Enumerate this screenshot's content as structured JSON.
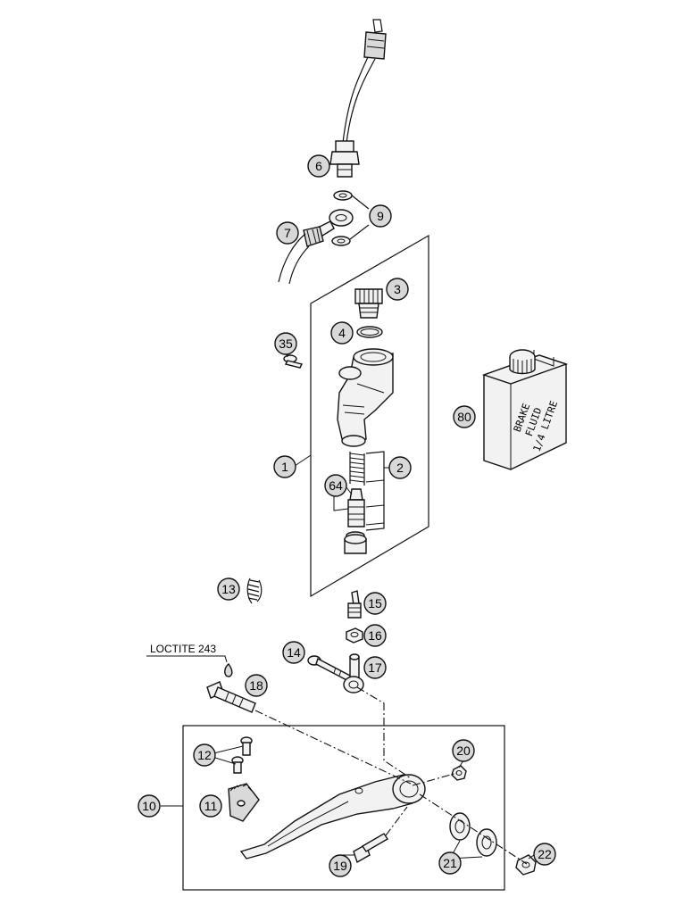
{
  "callouts": {
    "c1": "1",
    "c2": "2",
    "c3": "3",
    "c4": "4",
    "c6": "6",
    "c7": "7",
    "c9": "9",
    "c10": "10",
    "c11": "11",
    "c12": "12",
    "c13": "13",
    "c14": "14",
    "c15": "15",
    "c16": "16",
    "c17": "17",
    "c18": "18",
    "c19": "19",
    "c20": "20",
    "c21": "21",
    "c22": "22",
    "c35": "35",
    "c64": "64",
    "c80": "80"
  },
  "note": {
    "loctite": "LOCTITE 243"
  },
  "fluid_can": {
    "line1": "BRAKE",
    "line2": "FLUID",
    "line3": "1/4 LITRE"
  }
}
